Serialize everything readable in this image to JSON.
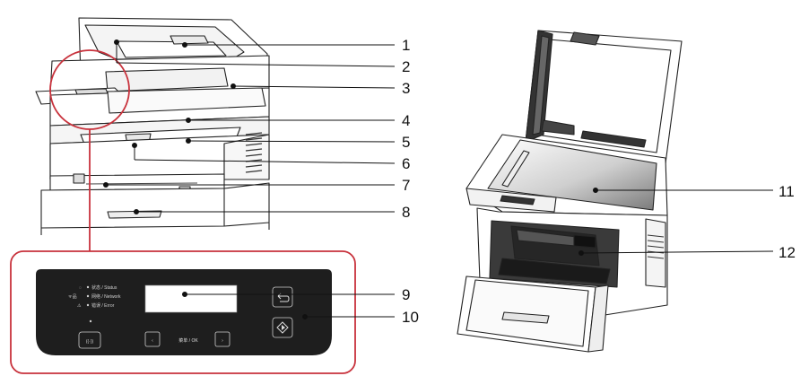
{
  "callouts": {
    "c1": "1",
    "c2": "2",
    "c3": "3",
    "c4": "4",
    "c5": "5",
    "c6": "6",
    "c7": "7",
    "c8": "8",
    "c9": "9",
    "c10": "10",
    "c11": "11",
    "c12": "12"
  },
  "panel": {
    "status_label": "状态 / Status",
    "network_label": "网络 / Network",
    "error_label": "错误 / Error",
    "menu_ok_label": "菜单 / OK",
    "wifi_button_label": "((·))"
  },
  "colors": {
    "accent": "#c8323c",
    "panel_bg": "#1e1e1e",
    "line": "#222222"
  }
}
